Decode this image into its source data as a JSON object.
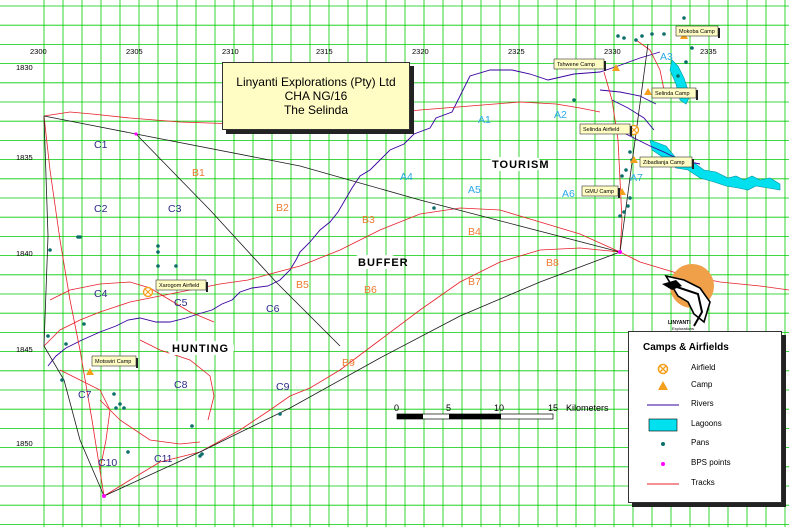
{
  "title_lines": [
    "Linyanti Explorations (Pty) Ltd",
    "CHA NG/16",
    "The Selinda"
  ],
  "grid": {
    "x_labels": [
      "2300",
      "2305",
      "2310",
      "2315",
      "2320",
      "2325",
      "2330",
      "2335"
    ],
    "y_labels": [
      "1830",
      "1835",
      "1840",
      "1845",
      "1850"
    ]
  },
  "zones": {
    "blue": [
      "A1",
      "A2",
      "A3",
      "A4",
      "A5",
      "A6",
      "A7"
    ],
    "orange": [
      "B1",
      "B2",
      "B3",
      "B4",
      "B5",
      "B6",
      "B7",
      "B8",
      "B9"
    ],
    "navy": [
      "C1",
      "C2",
      "C3",
      "C4",
      "C5",
      "C6",
      "C7",
      "C8",
      "C9",
      "C10",
      "C11"
    ]
  },
  "area_labels": {
    "tourism": "TOURISM",
    "buffer": "BUFFER",
    "hunting": "HUNTING"
  },
  "place_labels": {
    "mokoba": "Mokoba Camp",
    "tshwene": "Tshwene Camp",
    "selinda_camp": "Selinda Camp",
    "selinda_airfield": "Selinda Airfield",
    "zibadianja": "Zibadianja Camp",
    "gmu": "GMU Camp",
    "xarogom": "Xarogom Airfield",
    "motswiri": "Motswiri Camp"
  },
  "scale": {
    "ticks": [
      "0",
      "5",
      "10",
      "15"
    ],
    "unit": "Kilometers"
  },
  "legend": {
    "title": "Camps & Airfields",
    "items": [
      "Airfield",
      "Camp",
      "Rivers",
      "Lagoons",
      "Pans",
      "BPS points",
      "Tracks"
    ]
  },
  "logo": {
    "name": "LINYANTI",
    "sub": "Explorations"
  },
  "colors": {
    "grid": "#00cc00",
    "tracks": "#e8202a",
    "rivers": "#3a00a0",
    "lagoons": "#00e0ee",
    "pans": "#0b6e6a",
    "bps": "#ff00ff",
    "zone_a": "#2aa8e8",
    "zone_b": "#f07a30",
    "zone_c": "#2c2a88",
    "camp": "#f4a01c",
    "label_box": "#fffcc4"
  }
}
